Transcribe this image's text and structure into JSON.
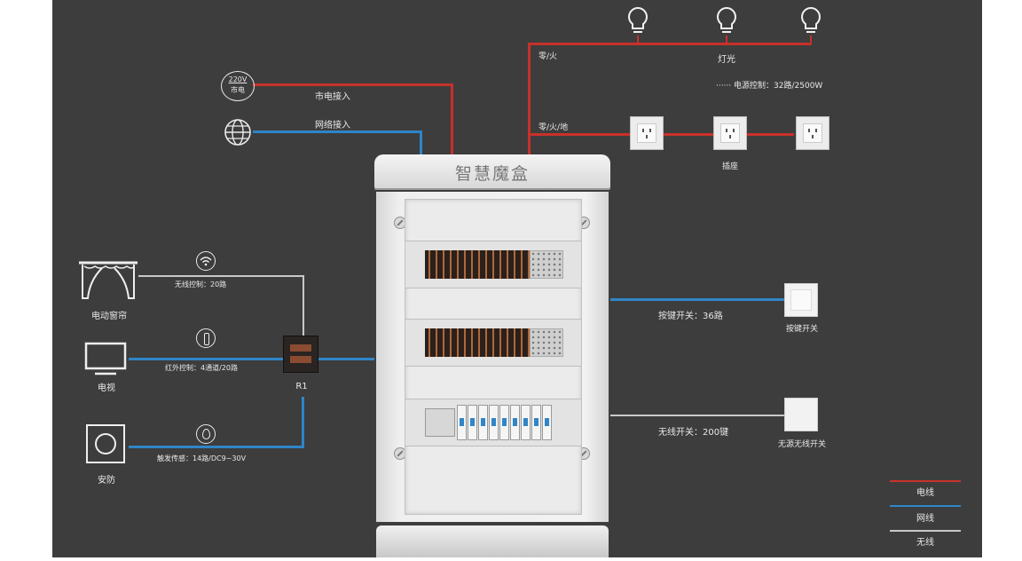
{
  "diagram": {
    "power_badge": {
      "top": "220V",
      "bottom": "市电"
    },
    "mains_input_label": "市电接入",
    "network_input_label": "网络接入",
    "cabinet_title": "智慧魔盒",
    "lighting": {
      "wire_label": "零/火",
      "group_label": "灯光",
      "control_note": "······  电源控制：32路/2500W"
    },
    "sockets": {
      "wire_label": "零/火/地",
      "group_label": "插座"
    },
    "curtain": {
      "label": "电动窗帘",
      "control": "无线控制：20路"
    },
    "tv": {
      "label": "电视",
      "control": "红外控制：4通道/20路"
    },
    "security": {
      "label": "安防",
      "control": "触发传感：14路/DC9~30V"
    },
    "relay": {
      "label": "R1"
    },
    "key_switch": {
      "wire_label": "按键开关：36路",
      "label": "按键开关"
    },
    "wireless_switch": {
      "wire_label": "无线开关：200键",
      "label": "无源无线开关"
    },
    "legend": [
      {
        "label": "电线",
        "color": "#c8312b"
      },
      {
        "label": "网线",
        "color": "#2f86c8"
      },
      {
        "label": "无线",
        "color": "#c9c9c9"
      }
    ]
  }
}
